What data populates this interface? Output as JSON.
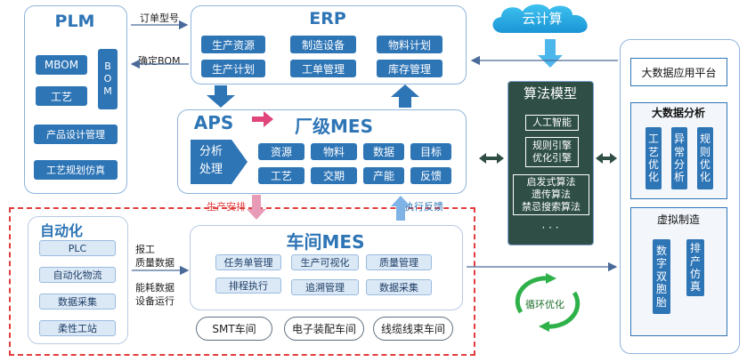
{
  "plm": {
    "title": "PLM",
    "items": [
      "MBOM",
      "工艺",
      "产品设计管理",
      "工艺规划仿真"
    ],
    "bom_vertical": "B\nO\nM",
    "edge_order_type": "订单型号",
    "edge_confirm_bom": "确定BOM"
  },
  "erp": {
    "title": "ERP",
    "items": [
      "生产资源",
      "制造设备",
      "物料计划",
      "生产计划",
      "工单管理",
      "库存管理"
    ]
  },
  "aps": {
    "title": "APS",
    "analysis": "分析\n处理"
  },
  "factory_mes": {
    "title": "厂级MES",
    "items": [
      "资源",
      "物料",
      "数据",
      "目标",
      "工艺",
      "交期",
      "产能",
      "反馈"
    ]
  },
  "flows": {
    "production_schedule": "生产安排",
    "execution_feedback": "执行反馈"
  },
  "automation": {
    "title": "自动化",
    "items": [
      "PLC",
      "自动化物流",
      "数据采集",
      "柔性工站"
    ],
    "label_report": "报工\n质量数据",
    "label_energy": "能耗数据\n设备运行"
  },
  "workshop_mes": {
    "title": "车间MES",
    "items": [
      "任务单管理",
      "生产可视化",
      "质量管理",
      "排程执行",
      "追溯管理",
      "数据采集"
    ],
    "workshops": [
      "SMT车间",
      "电子装配车间",
      "线缆线束车间"
    ]
  },
  "cloud": {
    "label": "云计算"
  },
  "algorithm": {
    "title": "算法模型",
    "items": [
      "人工智能",
      "规则引擎\n优化引擎",
      "启发式算法\n遗传算法\n禁忌搜索算法",
      "· · ·"
    ]
  },
  "cycle": {
    "label": "循环优化"
  },
  "bigdata": {
    "platform": "大数据应用平台",
    "analysis_title": "大数据分析",
    "analysis_items": [
      "工\n艺\n优\n化",
      "异\n常\n分\n析",
      "规\n则\n优\n化"
    ],
    "virtual_title": "虚拟制造",
    "virtual_items": [
      "数\n字\n双\n胞\n胎",
      "排\n产\n仿\n真"
    ]
  },
  "colors": {
    "primary": "#2e75b6",
    "dark_panel": "#2f4f46",
    "dashed": "#e23b3b",
    "green": "#2fb14a",
    "pink": "#e0457b"
  }
}
